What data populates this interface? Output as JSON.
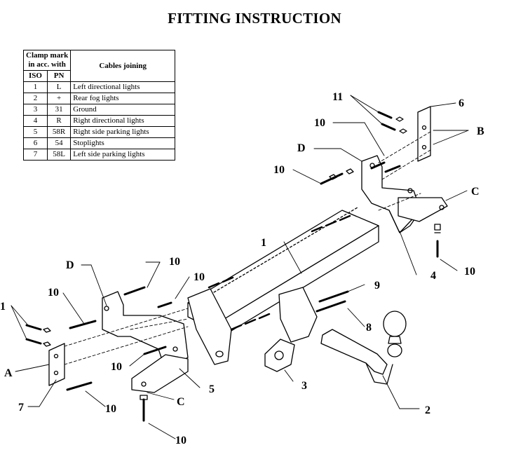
{
  "title": "FITTING INSTRUCTION",
  "table": {
    "header_clamp": [
      "Clamp mark",
      "in acc. with"
    ],
    "header_cables": "Cables joining",
    "header_iso": "ISO",
    "header_pn": "PN",
    "rows": [
      {
        "iso": "1",
        "pn": "L",
        "cable": "Left directional lights"
      },
      {
        "iso": "2",
        "pn": "+",
        "cable": "Rear fog lights"
      },
      {
        "iso": "3",
        "pn": "31",
        "cable": "Ground"
      },
      {
        "iso": "4",
        "pn": "R",
        "cable": "Right directional lights"
      },
      {
        "iso": "5",
        "pn": "58R",
        "cable": "Right side parking lights"
      },
      {
        "iso": "6",
        "pn": "54",
        "cable": "Stoplights"
      },
      {
        "iso": "7",
        "pn": "58L",
        "cable": "Left side parking lights"
      }
    ]
  },
  "callouts": {
    "c_11_top": "11",
    "c_6": "6",
    "c_B": "B",
    "c_10_upper": "10",
    "c_D_right": "D",
    "c_10_left_upper": "10",
    "c_C_right": "C",
    "c_1_beam": "1",
    "c_4": "4",
    "c_10_right": "10",
    "c_D_left": "D",
    "c_10_mid_a": "10",
    "c_10_mid_b": "10",
    "c_9": "9",
    "c_10_left": "10",
    "c_11_left": "1",
    "c_8": "8",
    "c_A": "A",
    "c_10_lower": "10",
    "c_5": "5",
    "c_3": "3",
    "c_7": "7",
    "c_C_lower": "C",
    "c_10_bottom_left": "10",
    "c_2": "2",
    "c_10_bottom": "10"
  }
}
